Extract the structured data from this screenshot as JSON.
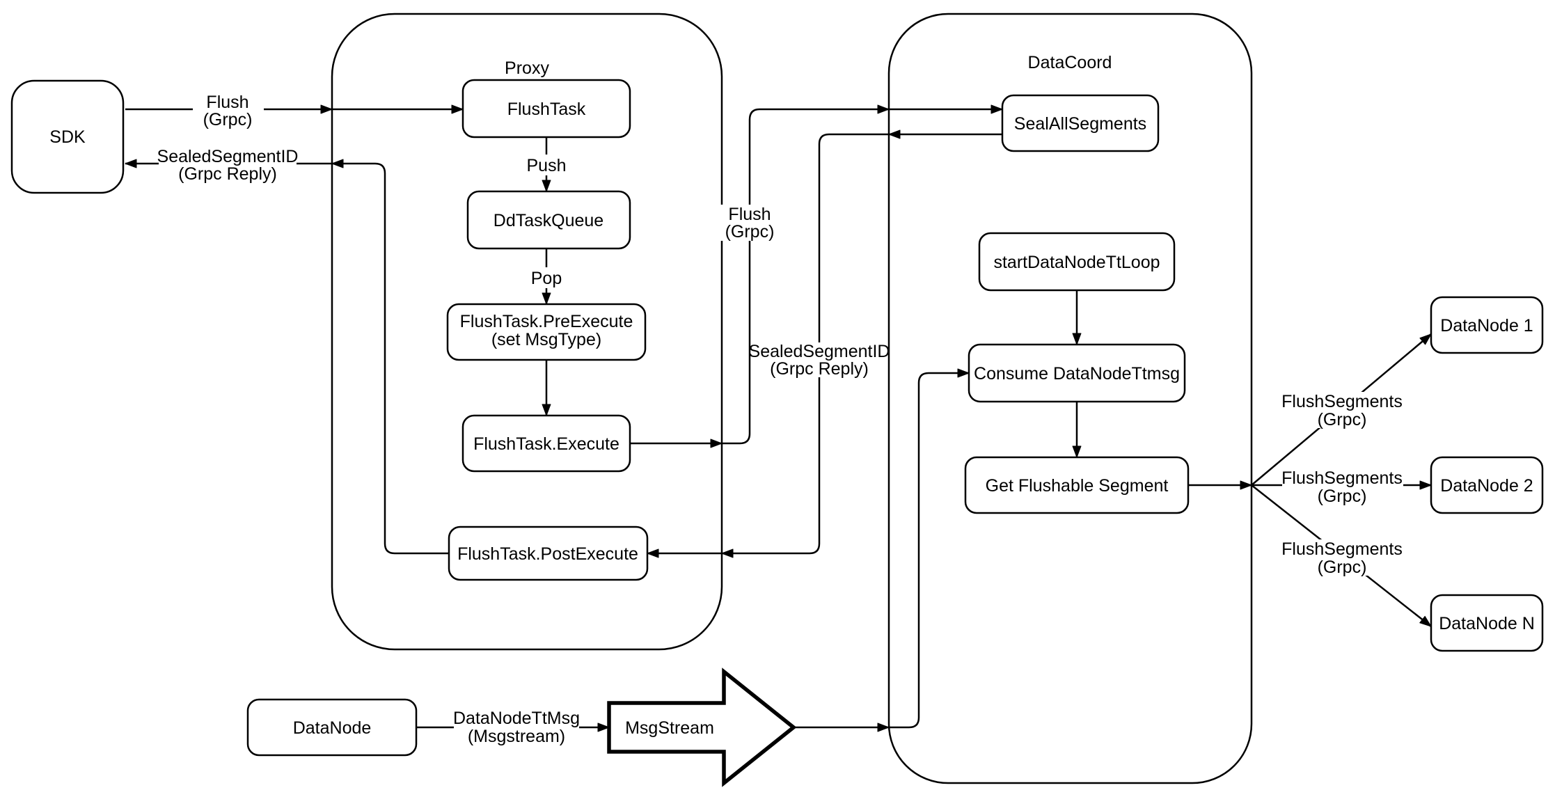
{
  "colors": {
    "stroke": "#000000",
    "fill": "#ffffff"
  },
  "containers": {
    "proxy": {
      "title": "Proxy"
    },
    "datacoord": {
      "title": "DataCoord"
    }
  },
  "nodes": {
    "sdk": {
      "label": "SDK"
    },
    "flush_task": {
      "label": "FlushTask"
    },
    "dd_task_queue": {
      "label": "DdTaskQueue"
    },
    "pre_execute": {
      "line1": "FlushTask.PreExecute",
      "line2": "(set MsgType)"
    },
    "execute": {
      "label": "FlushTask.Execute"
    },
    "post_execute": {
      "label": "FlushTask.PostExecute"
    },
    "seal_all_segments": {
      "label": "SealAllSegments"
    },
    "start_datanode_tt_loop": {
      "label": "startDataNodeTtLoop"
    },
    "consume_datanode_ttmsg": {
      "label": "Consume DataNodeTtmsg"
    },
    "get_flushable_segment": {
      "label": "Get Flushable Segment"
    },
    "datanode_1": {
      "label": "DataNode 1"
    },
    "datanode_2": {
      "label": "DataNode 2"
    },
    "datanode_n": {
      "label": "DataNode N"
    },
    "datanode": {
      "label": "DataNode"
    },
    "msgstream": {
      "label": "MsgStream"
    }
  },
  "edges": {
    "flush_sdk_proxy": {
      "line1": "Flush",
      "line2": "(Grpc)"
    },
    "sealed_to_sdk": {
      "line1": "SealedSegmentID",
      "line2": "(Grpc Reply)"
    },
    "push": {
      "label": "Push"
    },
    "pop": {
      "label": "Pop"
    },
    "flush_proxy_datacoord": {
      "line1": "Flush",
      "line2": "(Grpc)"
    },
    "sealed_to_proxy": {
      "line1": "SealedSegmentID",
      "line2": "(Grpc Reply)"
    },
    "flush_segments_1": {
      "line1": "FlushSegments",
      "line2": "(Grpc)"
    },
    "flush_segments_2": {
      "line1": "FlushSegments",
      "line2": "(Grpc)"
    },
    "flush_segments_3": {
      "line1": "FlushSegments",
      "line2": "(Grpc)"
    },
    "datanode_ttmsg": {
      "line1": "DataNodeTtMsg",
      "line2": "(Msgstream)"
    }
  }
}
